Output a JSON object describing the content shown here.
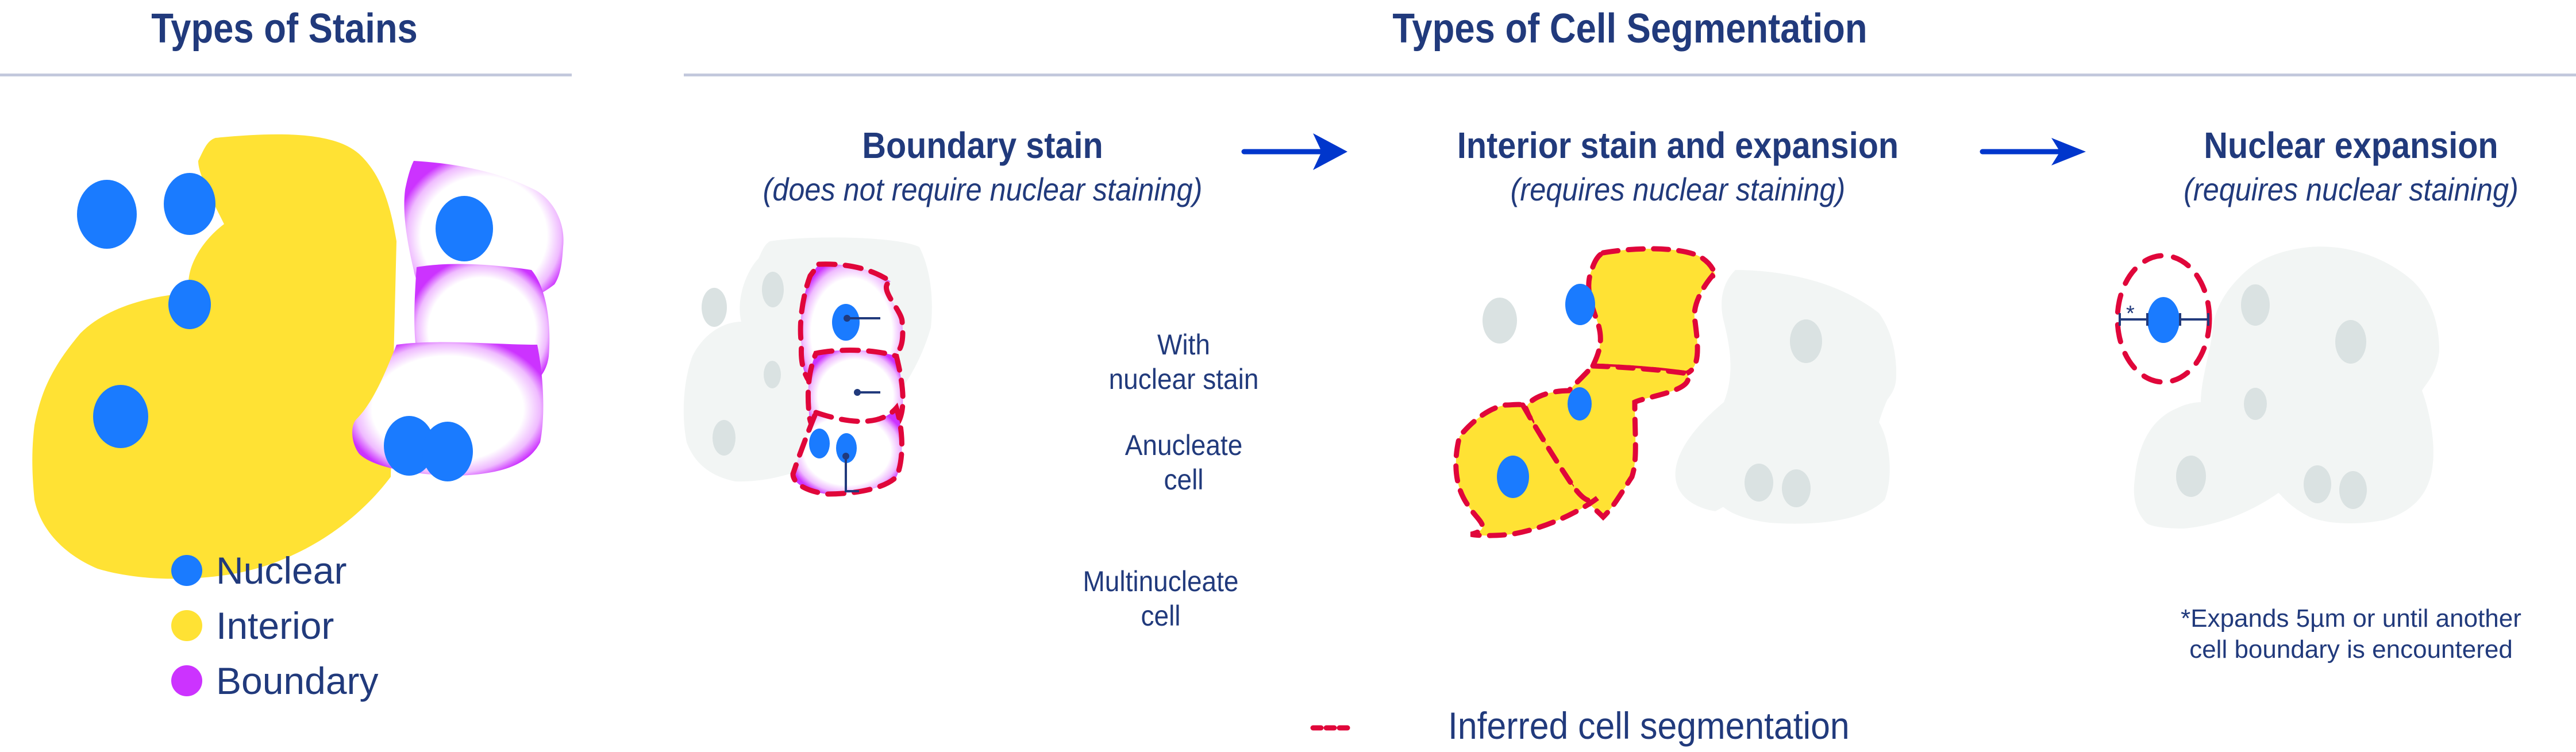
{
  "colors": {
    "nuclear": "#1a7bff",
    "interior": "#ffe234",
    "boundary": "#cc33ff",
    "segmentation": "#e0063a",
    "arrow": "#0036cc",
    "text": "#213a7c",
    "ghost_cell": "#f2f5f4",
    "ghost_nucleus": "#dae2e2",
    "divider": "#c3c9dd"
  },
  "left_section": {
    "title": "Types of Stains",
    "legend": [
      {
        "label": "Nuclear",
        "color_key": "nuclear"
      },
      {
        "label": "Interior",
        "color_key": "interior"
      },
      {
        "label": "Boundary",
        "color_key": "boundary"
      }
    ]
  },
  "right_section": {
    "title": "Types of Cell Segmentation",
    "panels": [
      {
        "title": "Boundary stain",
        "subtitle": "(does not require nuclear staining)",
        "callouts": [
          {
            "line1": "With",
            "line2": "nuclear stain"
          },
          {
            "line1": "Anucleate",
            "line2": "cell"
          },
          {
            "line1": "Multinucleate",
            "line2": "cell"
          }
        ]
      },
      {
        "title": "Interior stain and expansion",
        "subtitle": "(requires nuclear staining)"
      },
      {
        "title": "Nuclear expansion",
        "subtitle": "(requires nuclear staining)",
        "marker": "*",
        "footnote_line1": "*Expands 5µm or until another",
        "footnote_line2": "cell boundary is encountered"
      }
    ],
    "segmentation_legend": "Inferred cell segmentation"
  }
}
